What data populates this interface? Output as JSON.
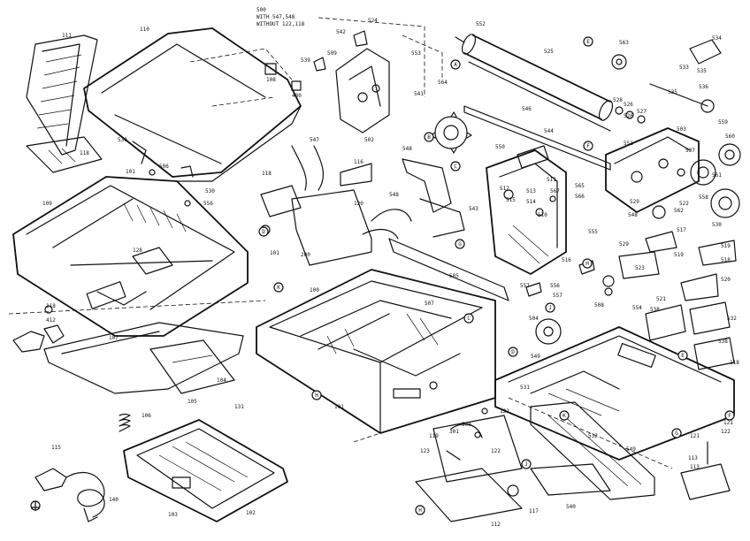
{
  "header_note": {
    "line1": "500",
    "line2": "WITH 547,548",
    "line3": "WITHOUT 122,118"
  },
  "part_numbers": {
    "p111": "111",
    "p110": "110",
    "p108": "108",
    "p430": "430",
    "p530": "530",
    "p506": "506",
    "p101": "101",
    "p118": "118",
    "p556": "556",
    "p109": "109",
    "p128": "128",
    "p547": "547",
    "p116": "116",
    "p412": "412",
    "p107": "107",
    "p104": "104",
    "p105": "105",
    "p106": "106",
    "p131": "131",
    "p115": "115",
    "p103": "103",
    "p102": "102",
    "p140": "140",
    "p200": "200",
    "p548": "548",
    "p120": "120",
    "p100": "100",
    "p524": "524",
    "p542": "542",
    "p539": "539",
    "p509": "509",
    "p502": "502",
    "p541": "541",
    "p552": "552",
    "p553": "553",
    "p564": "564",
    "p525": "525",
    "p546": "546",
    "p544": "544",
    "p543": "543",
    "p550": "550",
    "p511": "511",
    "p512": "512",
    "p513": "513",
    "p514": "514",
    "p515": "515",
    "p510": "510",
    "p507": "507",
    "p508": "508",
    "p545": "545",
    "p563": "563",
    "p505": "505",
    "p534": "534",
    "p533": "533",
    "p535": "535",
    "p536": "536",
    "p528": "528",
    "p526": "526",
    "p527": "527",
    "p503": "503",
    "p551": "551",
    "p559": "559",
    "p560": "560",
    "p537": "537",
    "p561": "561",
    "p558": "558",
    "p562": "562",
    "p522": "522",
    "p529": "529",
    "p517": "517",
    "p519": "519",
    "p520": "520",
    "p518": "518",
    "p516": "516",
    "p521": "521",
    "p523": "523",
    "p504": "504",
    "p557": "557",
    "p554": "554",
    "p538": "538",
    "p532": "532",
    "p531": "531",
    "p300": "300",
    "p301": "301",
    "p122": "122",
    "p123": "123",
    "p119": "119",
    "p113": "113",
    "p112": "112",
    "p117": "117",
    "p540": "540",
    "p121": "121",
    "p540b": "540",
    "p549": "549",
    "p555": "555",
    "p565": "565",
    "p566": "566",
    "p567": "567"
  },
  "callouts": {
    "A": "A",
    "B": "B",
    "C": "C",
    "D": "D",
    "E": "E",
    "F": "F",
    "G": "G",
    "H": "H",
    "J": "J",
    "K": "K"
  }
}
